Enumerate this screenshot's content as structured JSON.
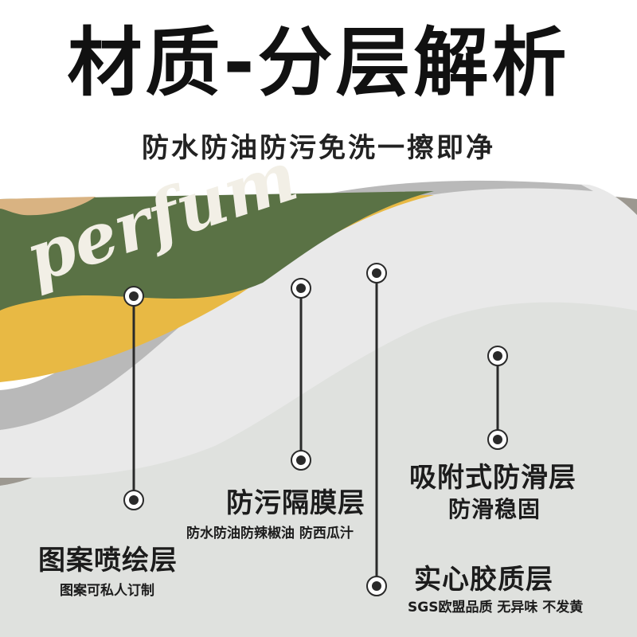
{
  "title": "材质-分层解析",
  "subtitle": "防水防油防污免洗一擦即净",
  "pattern_text": "perfum",
  "colors": {
    "green": "#5a7245",
    "yellow": "#e8b944",
    "beige": "#d9b382",
    "film": "#b9b9b9",
    "sheet": "#e9e9e9",
    "base": "#9c9890",
    "anti_slip": "#dfe1de"
  },
  "layers": [
    {
      "title": "图案喷绘层",
      "desc": "图案可私人订制"
    },
    {
      "title": "防污隔膜层",
      "desc": "防水防油防辣椒油 防西瓜汁"
    },
    {
      "title": "实心胶质层",
      "desc": "SGS欧盟品质 无异味 不发黄"
    },
    {
      "title": "吸附式防滑层",
      "desc": "防滑稳固"
    }
  ]
}
